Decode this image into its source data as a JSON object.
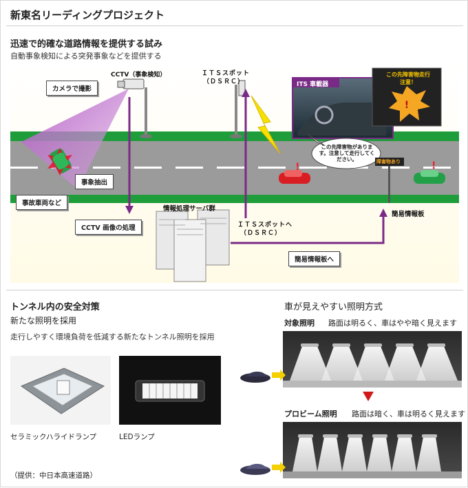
{
  "title": "新東名リーディングプロジェクト",
  "section1": {
    "heading": "迅速で的確な道路情報を提供する試み",
    "subheading": "自動事象検知による突発事象などを提供する",
    "cctv_label": "CCTV（事象検知）",
    "camera_callout": "カメラで撮影",
    "its_spot_label_1": "ＩＴＳスポット",
    "its_spot_label_2": "（ＤＳＲＣ）",
    "its_car_title": "ITS 車載器",
    "warning_sign": "この先障害物走行注意！",
    "speech_bubble": "この先障害物があります。注意して走行してください。",
    "obstacle_board": "障害物あり",
    "event_extract": "事象抽出",
    "accident_vehicle": "事故車両など",
    "server_label": "情報処理サーバ群",
    "cctv_processing": "CCTV 画像の処理",
    "to_its_1": "ＩＴＳスポットへ",
    "to_its_2": "（ＤＳＲＣ）",
    "simple_board": "簡易情報板",
    "to_simple_board": "簡易情報板へ"
  },
  "section2": {
    "heading": "トンネル内の安全対策",
    "subheading": "新たな照明を採用",
    "description": "走行しやすく環境負荷を低減する新たなトンネル照明を採用",
    "lamp1_caption": "セラミックハライドランプ",
    "lamp2_caption": "LEDランプ",
    "credit": "（提供：中日本高速道路）"
  },
  "section3": {
    "heading": "車が見えやすい照明方式",
    "mode1_name": "対象照明",
    "mode1_desc": "路面は明るく、車はやや暗く見えます",
    "mode2_name": "プロビーム照明",
    "mode2_desc": "路面は暗く、車は明るく見えます"
  },
  "colors": {
    "accent_purple": "#7a2a86",
    "road_green": "#1f9d3a",
    "road_gray": "#9a9a9a",
    "warning_orange": "#f5a623",
    "red_arrow": "#d21919"
  },
  "icons": [
    "camera-icon",
    "antenna-icon",
    "lightning-icon",
    "server-icon",
    "car-icon",
    "lamp-icon",
    "down-arrow-icon"
  ]
}
